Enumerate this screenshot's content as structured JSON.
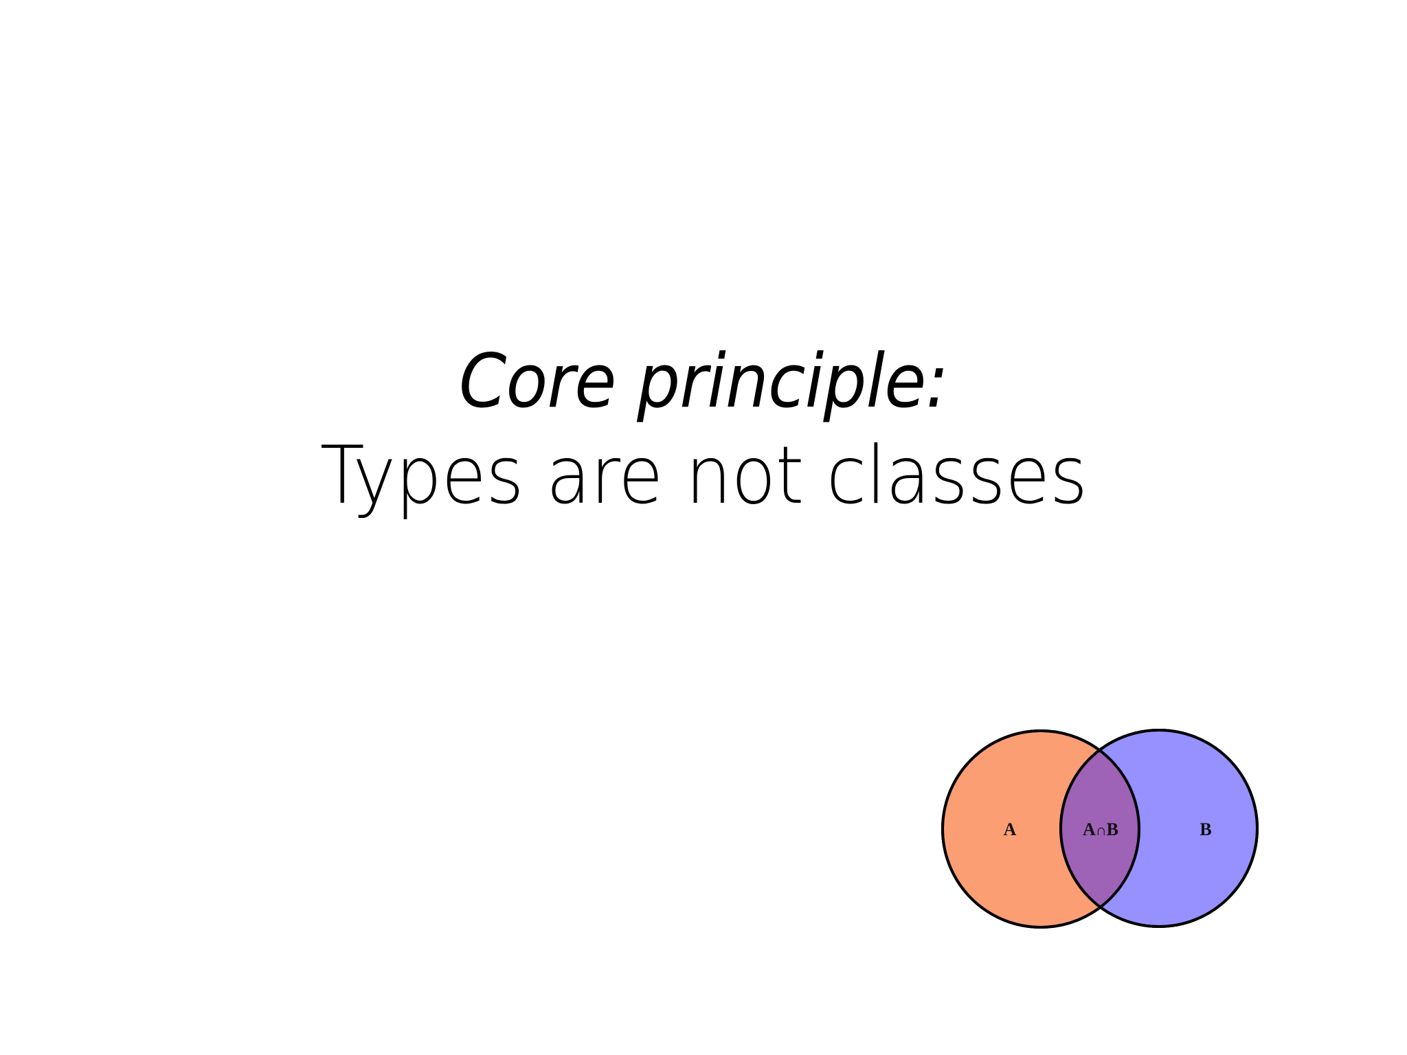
{
  "slide": {
    "background_color": "#ffffff",
    "title": {
      "line1": "Core principle:",
      "line2": "Types are not classes",
      "color": "#000000"
    },
    "venn": {
      "set_a_label": "A",
      "set_b_label": "B",
      "intersection_label_left": "A",
      "intersection_label_operator": "∩",
      "intersection_label_right": "B",
      "colors": {
        "set_a_fill": "#fb9e74",
        "set_b_fill": "#9691fe",
        "intersection_fill": "#9e62b6",
        "stroke": "#000000"
      }
    }
  }
}
